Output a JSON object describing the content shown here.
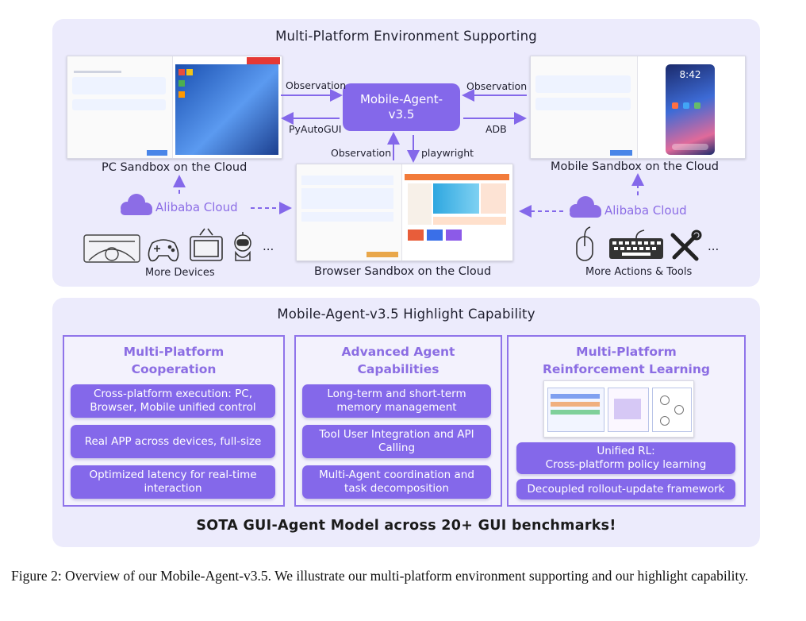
{
  "top_panel": {
    "title": "Multi-Platform Environment Supporting",
    "center_box": "Mobile-Agent-\nv3.5",
    "arrows": {
      "observation_left": "Observation",
      "pyautogui": "PyAutoGUI",
      "observation_right": "Observation",
      "adb": "ADB",
      "observation_bottom": "Observation",
      "playwright": "playwright"
    },
    "pc_sandbox": "PC Sandbox on the Cloud",
    "mobile_sandbox": "Mobile Sandbox on the Cloud",
    "browser_sandbox": "Browser Sandbox on the Cloud",
    "cloud_left": "Alibaba Cloud",
    "cloud_right": "Alibaba Cloud",
    "more_devices": "More Devices",
    "more_actions": "More Actions & Tools",
    "ellipsis": "...",
    "phone_time": "8:42",
    "icons": {
      "devices": [
        "car-icon",
        "gamepad-icon",
        "tv-icon",
        "robot-icon"
      ],
      "tools": [
        "mouse-icon",
        "keyboard-icon",
        "tools-icon"
      ],
      "cloud": "cloud-icon"
    }
  },
  "bottom_panel": {
    "title": "Mobile-Agent-v3.5 Highlight Capability",
    "columns": [
      {
        "title": "Multi-Platform\nCooperation",
        "items": [
          "Cross-platform execution: PC,\nBrowser, Mobile unified control",
          "Real APP across devices, full-size",
          "Optimized latency for real-time\ninteraction"
        ]
      },
      {
        "title": "Advanced Agent\nCapabilities",
        "items": [
          "Long-term and short-term\nmemory management",
          "Tool User Integration and API\nCalling",
          "Multi-Agent coordination and\ntask decomposition"
        ]
      },
      {
        "title": "Multi-Platform\nReinforcement Learning",
        "items": [
          "Unified RL:\nCross-platform policy learning",
          "Decoupled rollout-update framework"
        ]
      }
    ],
    "sota": "SOTA GUI-Agent Model across 20+ GUI benchmarks!"
  },
  "caption": "Figure 2: Overview of our Mobile-Agent-v3.5. We illustrate our multi-platform environment supporting and our highlight capability.",
  "colors": {
    "panel_bg": "#ecebfc",
    "accent": "#8468ea",
    "accent_text": "#8b6de3",
    "border": "#8f74ea"
  }
}
